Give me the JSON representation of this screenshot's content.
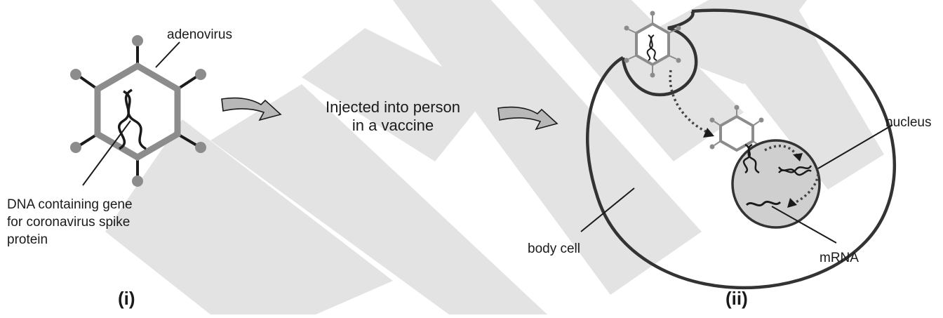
{
  "watermark": {
    "text": "SAMPLE"
  },
  "labels": {
    "adenovirus": "adenovirus",
    "dna_line1": "DNA containing gene",
    "dna_line2": "for coronavirus spike",
    "dna_line3": "protein",
    "step_line1": "Injected into person",
    "step_line2": "in  a vaccine",
    "nucleus": "nucleus",
    "body_cell": "body cell",
    "mrna": "mRNA"
  },
  "panels": {
    "left": "(i)",
    "right": "(ii)"
  },
  "icons": [
    "adenovirus-icon",
    "dna-helix-icon",
    "process-arrow-icon",
    "cell-icon",
    "nucleus-icon",
    "mrna-icon"
  ],
  "colors": {
    "line": "#1a1a1a",
    "virus_shell": "#8c8c8c",
    "spike_tip": "#8c8c8c",
    "nucleus_fill": "#cfcfcf",
    "watermark": "#e3e3e3"
  }
}
